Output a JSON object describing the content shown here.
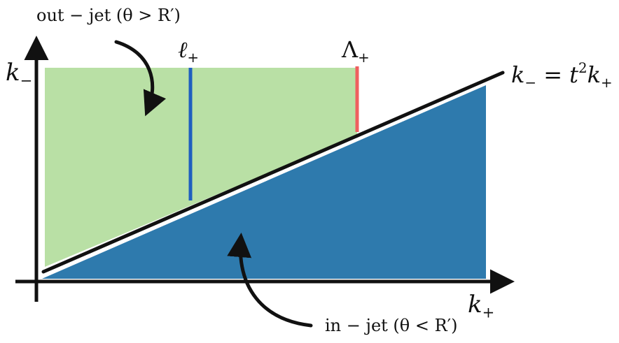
{
  "labels": {
    "out_jet": "out − jet (θ > R′)",
    "in_jet": "in − jet (θ < R′)",
    "k_minus_base": "k",
    "k_minus_sub": "−",
    "k_plus_base": "k",
    "k_plus_sub": "+",
    "l_plus_base": "ℓ",
    "l_plus_sub": "+",
    "Lambda_plus_base": "Λ",
    "Lambda_plus_sub": "+",
    "eq_k": "k",
    "eq_k_sub": "−",
    "eq_eq": " = t",
    "eq_sup": "2",
    "eq_k2": "k",
    "eq_k2_sub": "+"
  },
  "colors": {
    "out_region": "#b9e0a5",
    "in_region": "#2e7aad",
    "l_plus_line": "#1f5fbf",
    "Lambda_plus_line": "#ef5f5f",
    "ink": "#111111"
  }
}
